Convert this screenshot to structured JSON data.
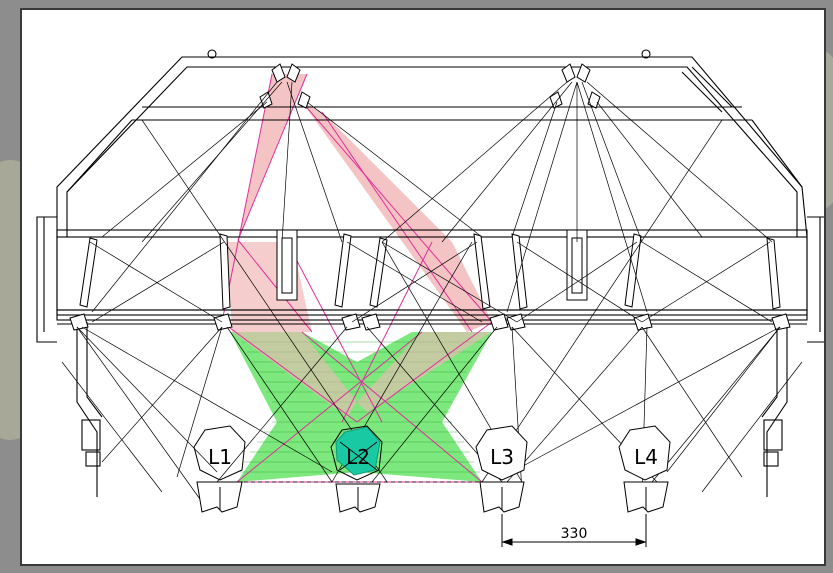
{
  "colors": {
    "line": "#000000",
    "magenta": "#e0309e",
    "pink_fill": "#f2b8b8",
    "green_fill": "#52e052",
    "teal": "#19c9a3",
    "frame_bg": "#8a8a8a"
  },
  "lamps": [
    {
      "label": "L1"
    },
    {
      "label": "L2"
    },
    {
      "label": "L3"
    },
    {
      "label": "L4"
    }
  ],
  "dimension": {
    "value": "330"
  }
}
